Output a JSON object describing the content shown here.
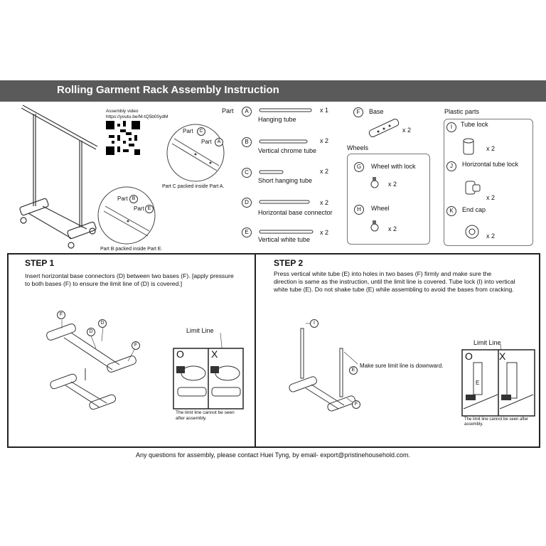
{
  "header": {
    "title": "Rolling Garment Rack Assembly Instruction"
  },
  "video": {
    "label": "Assembly video",
    "url": "https://youtu.be/M-tQ5b00ydM"
  },
  "callouts": {
    "c_in_a_part_c": "Part",
    "c_in_a_letter_c": "C",
    "c_in_a_part_a": "Part",
    "c_in_a_letter_a": "A",
    "c_in_a_caption": "Part C packed inside Part A.",
    "b_in_e_part_b": "Part",
    "b_in_e_letter_b": "B",
    "b_in_e_part_e": "Part",
    "b_in_e_letter_e": "E",
    "b_in_e_caption": "Part B packed inside Part E."
  },
  "parts": {
    "heading": "Part",
    "items": [
      {
        "letter": "A",
        "name": "Hanging tube",
        "qty": "x 1"
      },
      {
        "letter": "B",
        "name": "Vertical chrome tube",
        "qty": "x 2"
      },
      {
        "letter": "C",
        "name": "Short hanging tube",
        "qty": "x 2"
      },
      {
        "letter": "D",
        "name": "Horizontal base connector",
        "qty": "x 2"
      },
      {
        "letter": "E",
        "name": "Vertical white tube",
        "qty": "x 2"
      }
    ]
  },
  "base": {
    "letter": "F",
    "name": "Base",
    "qty": "x 2"
  },
  "wheels": {
    "heading": "Wheels",
    "items": [
      {
        "letter": "G",
        "name": "Wheel with lock",
        "qty": "x 2"
      },
      {
        "letter": "H",
        "name": "Wheel",
        "qty": "x 2"
      }
    ]
  },
  "plastic": {
    "heading": "Plastic parts",
    "items": [
      {
        "letter": "I",
        "name": "Tube lock",
        "qty": "x 2"
      },
      {
        "letter": "J",
        "name": "Horizontal tube lock",
        "qty": "x 2"
      },
      {
        "letter": "K",
        "name": "End cap",
        "qty": "x 2"
      }
    ]
  },
  "step1": {
    "title": "STEP 1",
    "text": "Insert horizontal base connectors (D) between two bases (F). [apply pressure to both bases (F) to ensure the limit line of (D) is covered.]",
    "limit_label": "Limit Line",
    "ok_mark": "O",
    "bad_mark": "X",
    "note": "The limit line cannot be seen after assembly.",
    "labels": {
      "f1": "F",
      "d1": "D",
      "d2": "D",
      "f2": "F"
    }
  },
  "step2": {
    "title": "STEP 2",
    "text": "Press vertical white tube (E) into holes in two bases (F) firmly and make sure the direction is same as the instruction, until the limit line is covered. Tube lock (I) into vertical white tube (E). Do not shake tube (E) while assembling to avoid the bases from cracking.",
    "limit_label": "Limit Line",
    "ok_mark": "O",
    "bad_mark": "X",
    "e_label": "E",
    "downward_note": "Make sure limit line is downward.",
    "note": "The limit line cannot be seen after assembly.",
    "labels": {
      "i": "I",
      "e": "E",
      "f": "F"
    }
  },
  "footer": {
    "text": "Any questions for assembly, please contact Huei Tyng, by email- export@pristinehousehold.com."
  }
}
